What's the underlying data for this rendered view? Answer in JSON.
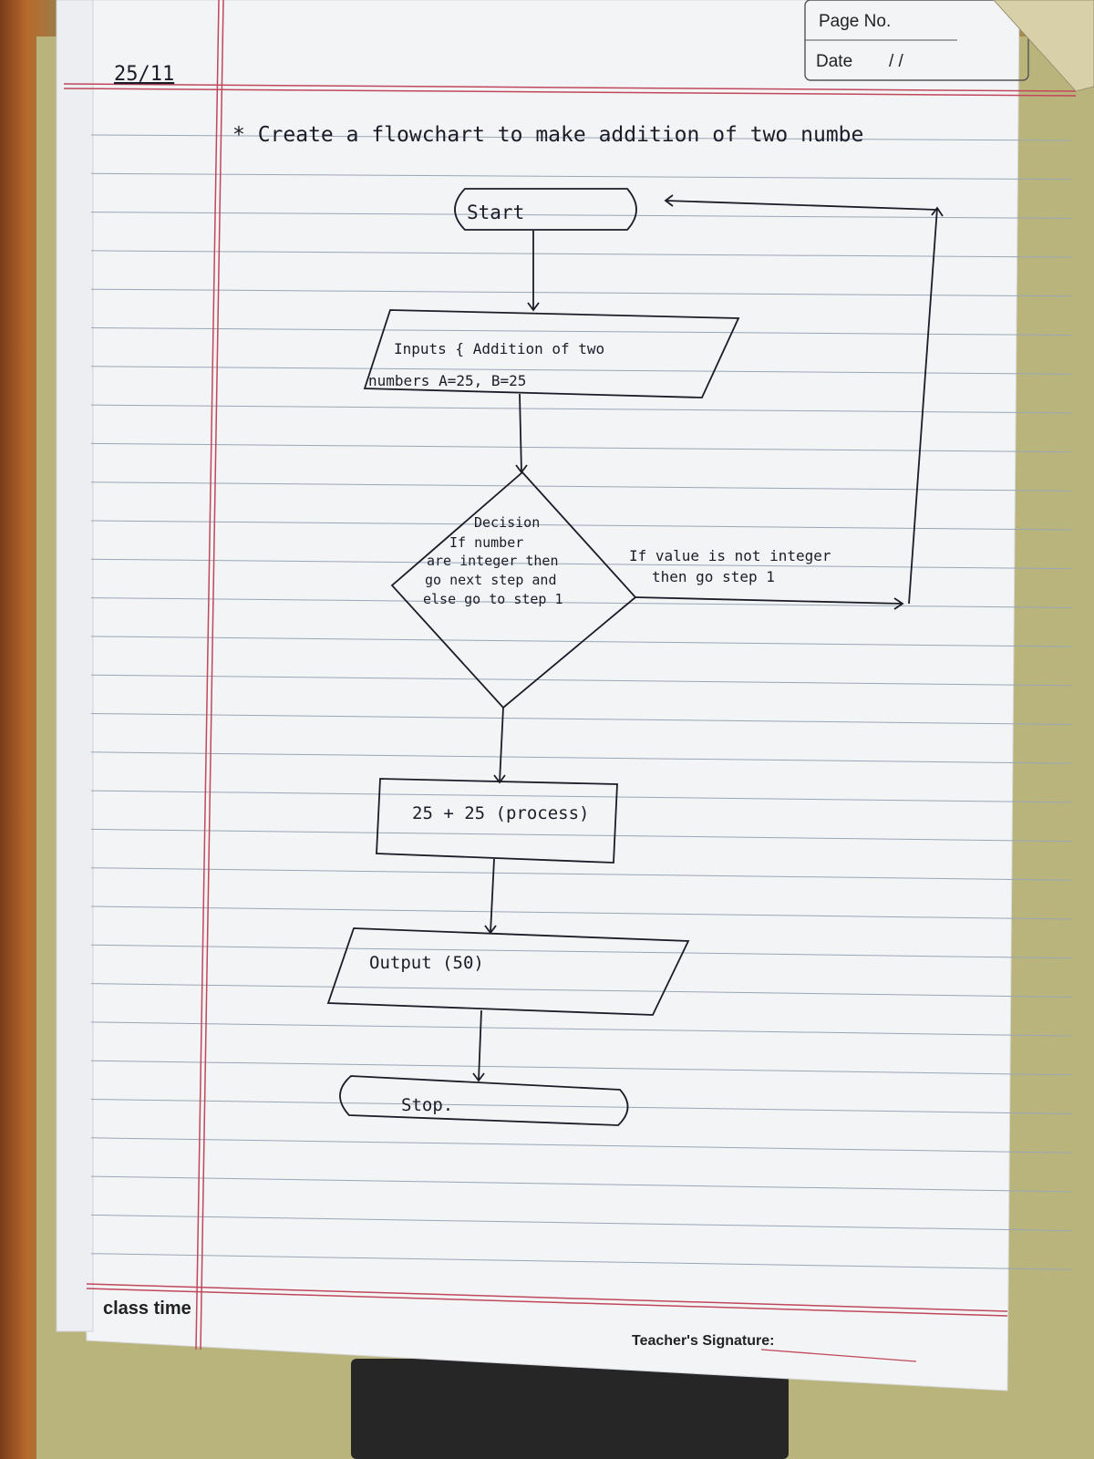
{
  "header": {
    "page_no_label": "Page No.",
    "date_label": "Date",
    "date_slashes": "/   /",
    "note_date": "25/11"
  },
  "title": "* Create a flowchart to make addition of two numbe",
  "flowchart": {
    "start": "Start",
    "input_line1": "Inputs { Addition of two",
    "input_line2": "numbers A=25, B=25",
    "decision_line1": "Decision",
    "decision_line2": "If number",
    "decision_line3": "are integer then",
    "decision_line4": "go next step and",
    "decision_line5": "else go to step 1",
    "branch_line1": "If value is not integer",
    "branch_line2": "then go step 1",
    "process": "25 + 25 (process)",
    "output": "Output (50)",
    "stop": "Stop."
  },
  "footer": {
    "class_time": "class time",
    "teacher_signature": "Teacher's Signature:"
  },
  "colors": {
    "ink": "#1c1c28",
    "margin": "#c0485a",
    "rule": "#9aa6b6",
    "paper": "#f4f5f7"
  }
}
